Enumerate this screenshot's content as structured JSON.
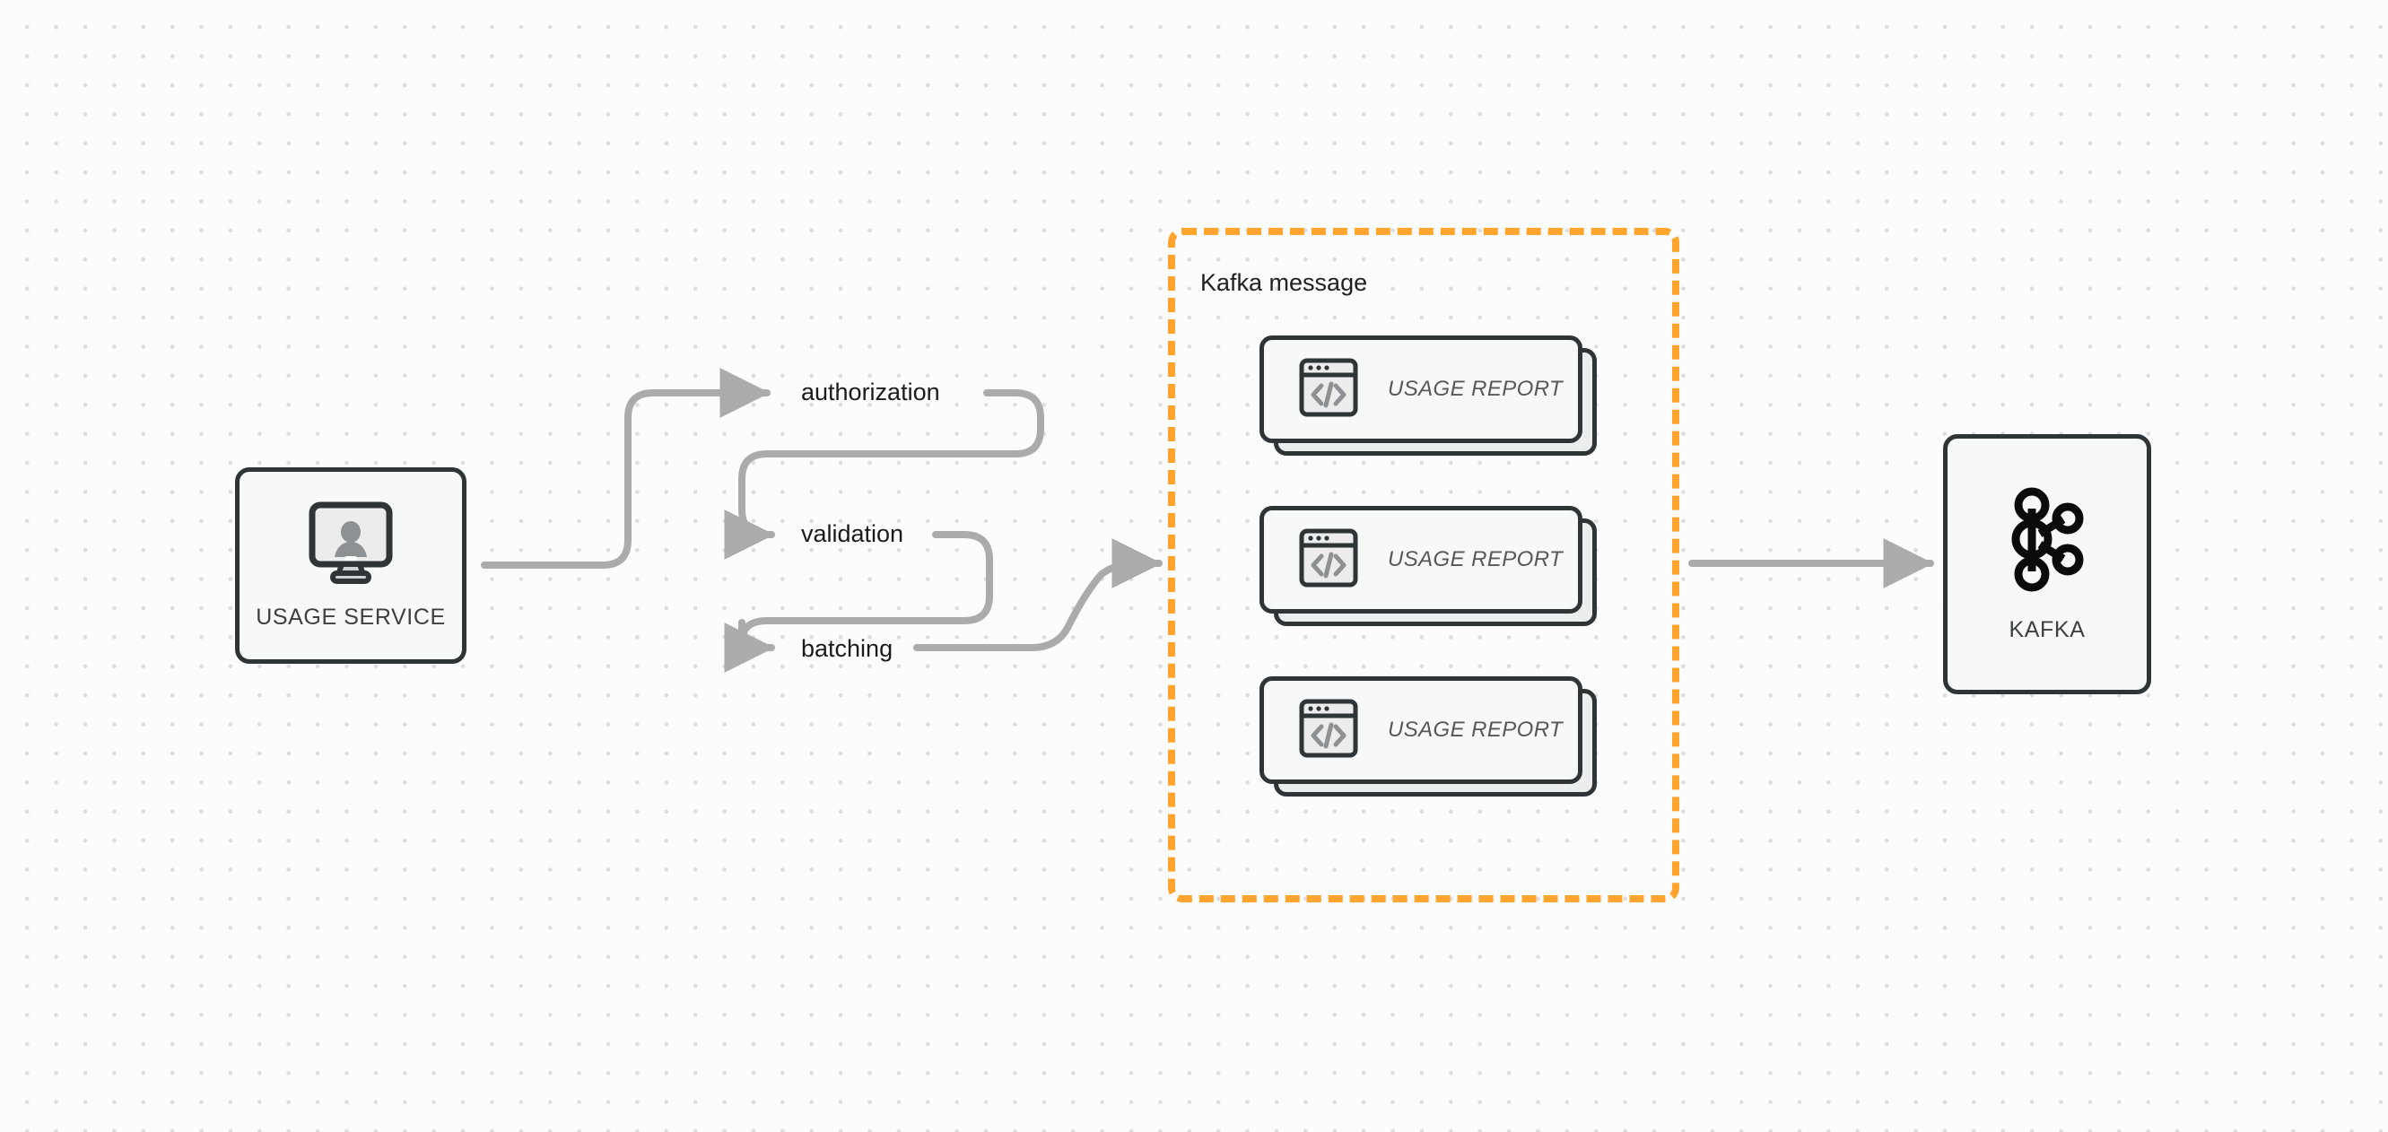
{
  "diagram": {
    "title": "Usage service to Kafka flow",
    "background": {
      "color": "#fcfcfc",
      "dot_color": "#dddddd",
      "dot_spacing": 32
    },
    "colors": {
      "node_border": "#2f3437",
      "node_fill": "#f7f9f8",
      "edge": "#ababab",
      "group_border": "#ffa42e",
      "label_text": "#1b1b1b",
      "report_text": "#55595c"
    }
  },
  "nodes": {
    "usage_service": {
      "label": "USAGE SERVICE",
      "icon": "monitor-user-icon"
    },
    "kafka": {
      "label": "KAFKA",
      "icon": "kafka-logo-icon"
    }
  },
  "group": {
    "title": "Kafka message",
    "border_style": "dashed",
    "cards": [
      {
        "label": "USAGE REPORT",
        "icon": "code-window-icon"
      },
      {
        "label": "USAGE REPORT",
        "icon": "code-window-icon"
      },
      {
        "label": "USAGE REPORT",
        "icon": "code-window-icon"
      }
    ]
  },
  "steps": [
    {
      "label": "authorization"
    },
    {
      "label": "validation"
    },
    {
      "label": "batching"
    }
  ]
}
